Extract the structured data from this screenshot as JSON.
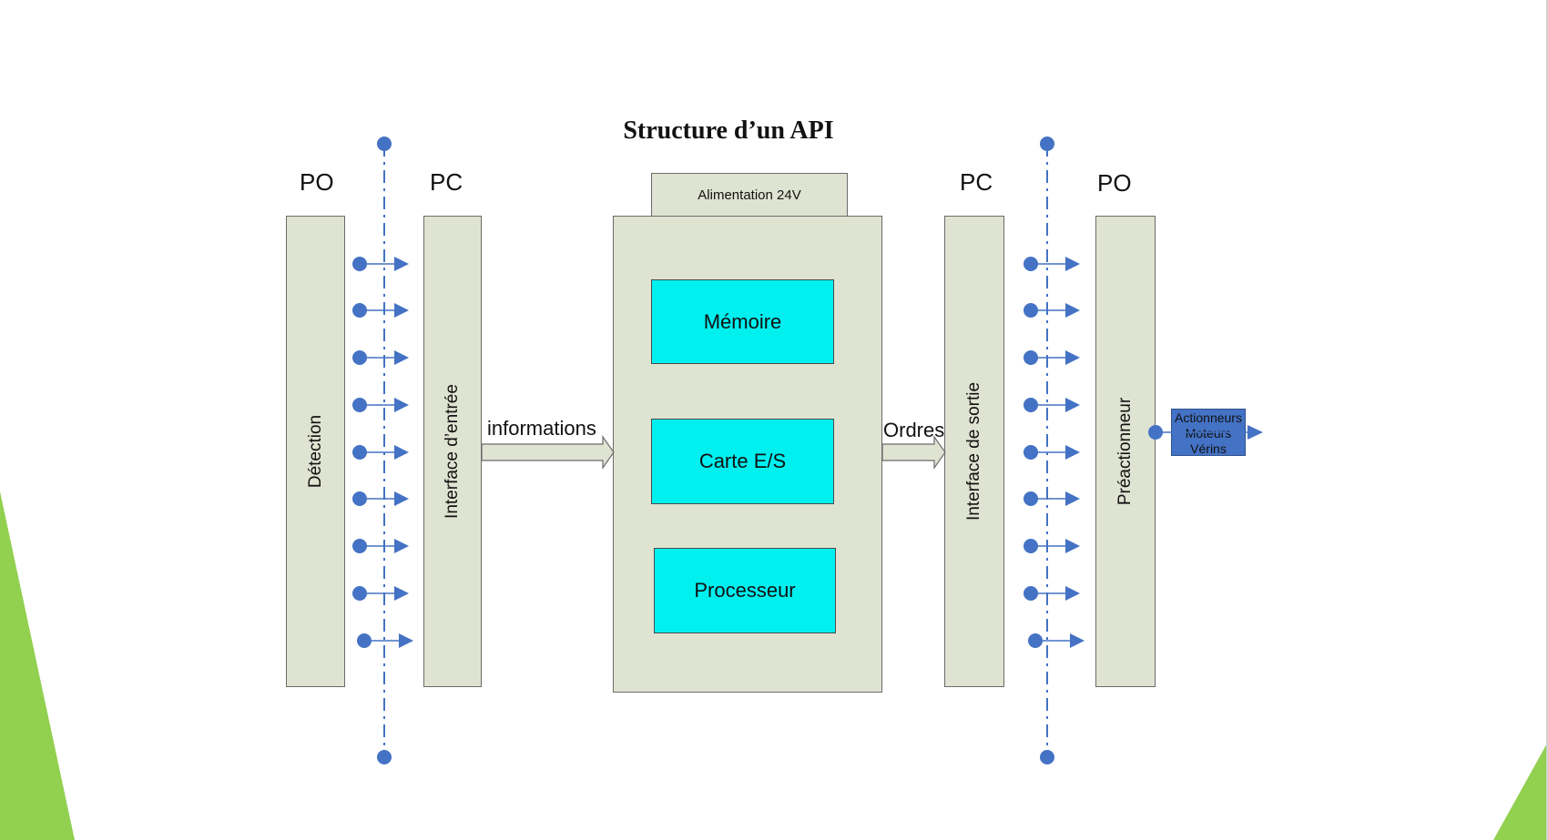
{
  "title": "Structure d’un API",
  "labels": {
    "po_left": "PO",
    "pc_left": "PC",
    "pc_right": "PC",
    "po_right": "PO"
  },
  "blocks": {
    "detection": "Détection",
    "interface_entree": "Interface d’entrée",
    "interface_sortie": "Interface de sortie",
    "preactionneur": "Préactionneur"
  },
  "api": {
    "alimentation": "Alimentation 24V",
    "memoire": "Mémoire",
    "carte": "Carte E/S",
    "processeur": "Processeur"
  },
  "flows": {
    "informations": "informations",
    "ordres": "Ordres"
  },
  "actionneurs": [
    "Actionneurs",
    "Moteurs",
    "Vérins"
  ],
  "colors": {
    "block_fill": "#dfe3d1",
    "module_fill": "#00f0f0",
    "signal_blue": "#4472c4",
    "accent_green": "#92d050"
  }
}
